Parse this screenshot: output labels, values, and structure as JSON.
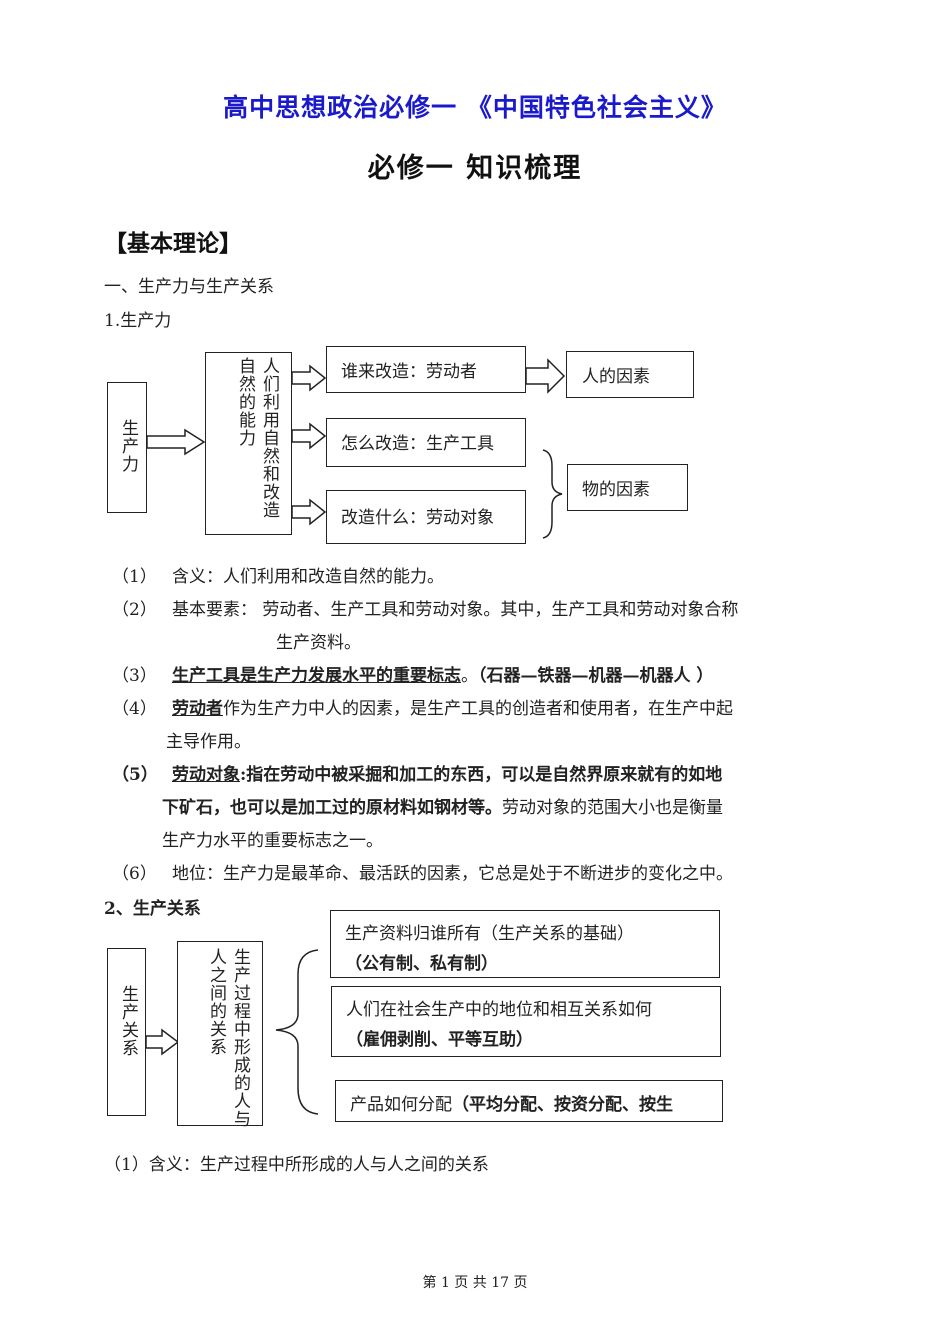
{
  "title": "高中思想政治必修一 《中国特色社会主义》",
  "subtitle": "必修一 知识梳理",
  "section": "【基本理论】",
  "heading1": "一、生产力与生产关系",
  "heading_productivity": "1.生产力",
  "diagram1": {
    "root": "生产力",
    "definition": "人们利用自然和改造自然的能力",
    "who": "谁来改造：劳动者",
    "how": "怎么改造：生产工具",
    "what": "改造什么：劳动对象",
    "human_factor": "人的因素",
    "material_factor": "物的因素"
  },
  "points1": [
    {
      "num": "（1）",
      "text": "含义：人们利用和改造自然的能力。"
    },
    {
      "num": "（2）",
      "text": "基本要素：  劳动者、生产工具和劳动对象。其中，生产工具和劳动对象合称",
      "cont": "生产资料。"
    },
    {
      "num": "（3）",
      "u": "生产工具是生产力发展水平的重要标志",
      "rest": "。",
      "bold": "（石器—铁器—机器—机器人  ）"
    },
    {
      "num": "（4）",
      "u": "劳动者",
      "rest": "作为生产力中人的因素，是生产工具的创造者和使用者，在生产中起",
      "cont": "主导作用。"
    },
    {
      "num": "（5）",
      "u": "劳动对象",
      "bold": ":指在劳动中被采掘和加工的东西，可以是自然界原来就有的如地",
      "line2bold": "下矿石，也可以是加工过的原材料如钢材等。",
      "line2rest": "劳动对象的范围大小也是衡量",
      "line3": "生产力水平的重要标志之一。"
    },
    {
      "num": "（6）",
      "text": "地位：生产力是最革命、最活跃的因素，它总是处于不断进步的变化之中。"
    }
  ],
  "heading_relations": "2、生产关系",
  "diagram2": {
    "root": "生产关系",
    "definition": "生产过程中形成的人与人之间的关系",
    "box1_line1": "生产资料归谁所有（生产关系的基础）",
    "box1_line2": "（公有制、私有制）",
    "box2_line1": "人们在社会生产中的地位和相互关系如何",
    "box2_line2": "（雇佣剥削、平等互助）",
    "box3_text": "产品如何分配",
    "box3_bold": "（平均分配、按资分配、按生"
  },
  "point2_1": "（1）含义：生产过程中所形成的人与人之间的关系",
  "footer": "第 1 页 共 17 页"
}
